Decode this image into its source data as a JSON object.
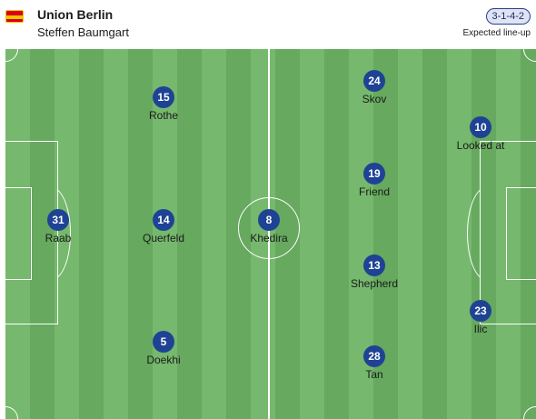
{
  "header": {
    "team_name": "Union Berlin",
    "coach_name": "Steffen Baumgart",
    "logo_icon": "union-berlin-crest",
    "formation": "3-1-4-2",
    "lineup_status": "Expected line-up"
  },
  "colors": {
    "pitch_light": "#76b86d",
    "pitch_dark": "#66a95f",
    "shirt": "#1f4394",
    "formation_badge_border": "#2b3f8f"
  },
  "players": [
    {
      "number": "31",
      "name": "Raab"
    },
    {
      "number": "15",
      "name": "Rothe"
    },
    {
      "number": "14",
      "name": "Querfeld"
    },
    {
      "number": "5",
      "name": "Doekhi"
    },
    {
      "number": "8",
      "name": "Khedira"
    },
    {
      "number": "24",
      "name": "Skov"
    },
    {
      "number": "19",
      "name": "Friend"
    },
    {
      "number": "13",
      "name": "Shepherd"
    },
    {
      "number": "28",
      "name": "Tan"
    },
    {
      "number": "10",
      "name": "Looked at"
    },
    {
      "number": "23",
      "name": "Ilic"
    }
  ]
}
